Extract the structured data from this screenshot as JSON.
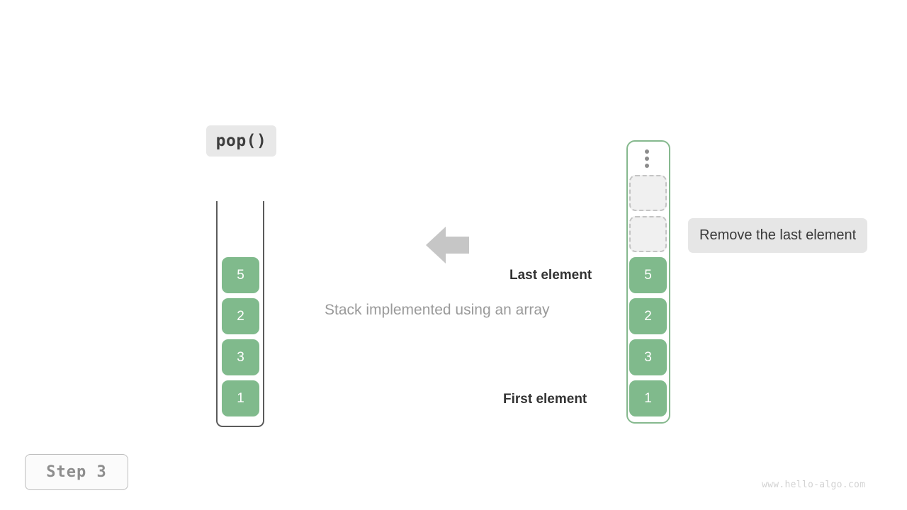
{
  "operation": {
    "label": "pop()"
  },
  "caption": "Stack implemented using an array",
  "annotations": {
    "last_element": "Last element",
    "first_element": "First element",
    "callout": "Remove the last element"
  },
  "arrow": {
    "icon": "arrow-left-icon",
    "direction": "left",
    "color": "#c6c6c6"
  },
  "left_stack": {
    "title": "stack-container",
    "shape": "open-top-container",
    "border_color": "#5b5b5b",
    "cells": [
      {
        "value": "5"
      },
      {
        "value": "2"
      },
      {
        "value": "3"
      },
      {
        "value": "1"
      }
    ]
  },
  "right_array": {
    "title": "array-container",
    "shape": "rounded-rectangle",
    "border_color": "#86b98e",
    "ellipsis_icon": "vertical-ellipsis-icon",
    "slots": [
      {
        "value": "",
        "state": "empty"
      },
      {
        "value": "",
        "state": "empty"
      },
      {
        "value": "5",
        "state": "filled"
      },
      {
        "value": "2",
        "state": "filled"
      },
      {
        "value": "3",
        "state": "filled"
      },
      {
        "value": "1",
        "state": "filled"
      }
    ]
  },
  "step_badge": {
    "label": "Step 3"
  },
  "watermark": {
    "text": "www.hello-algo.com"
  },
  "colors": {
    "cell_green": "#80ba8c",
    "empty_slot_fill": "#f0f0f0",
    "empty_slot_border": "#c4c4c4",
    "chip_bg": "#e8e8e8",
    "callout_bg": "#e6e6e6",
    "caption_text": "#9a9a9a",
    "label_text": "#333333"
  }
}
